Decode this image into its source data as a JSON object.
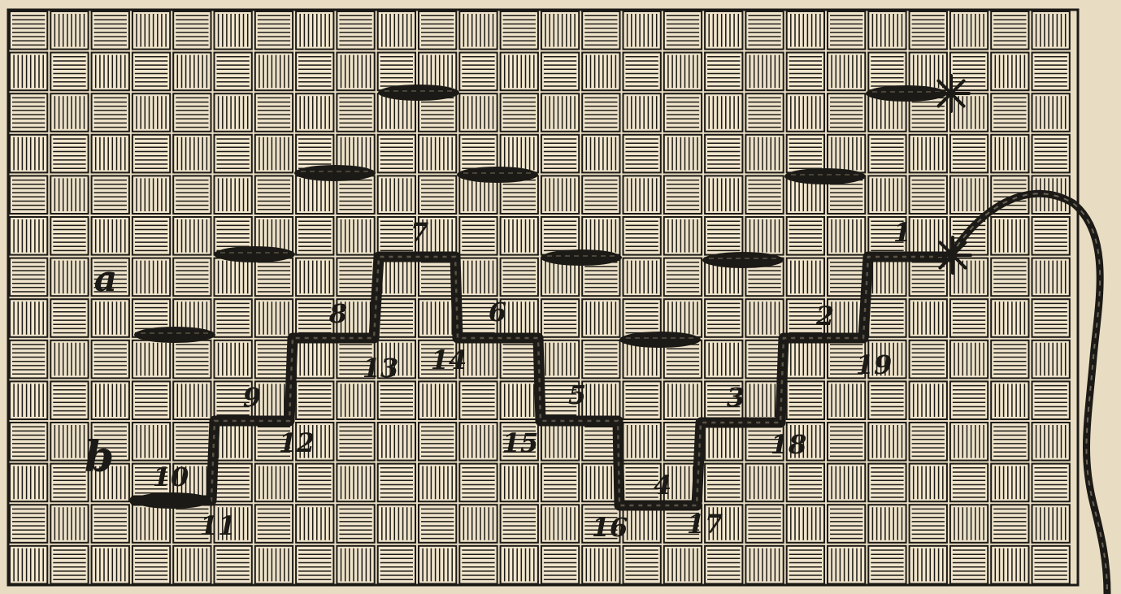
{
  "figure": {
    "markers": {
      "row_a": "a",
      "row_b": "b"
    },
    "stitch_numbers": [
      "1",
      "2",
      "3",
      "4",
      "5",
      "6",
      "7",
      "8",
      "9",
      "10",
      "11",
      "12",
      "13",
      "14",
      "15",
      "16",
      "17",
      "18",
      "19"
    ],
    "start_symbol": "*",
    "colors": {
      "paper": "#e8dcc2",
      "ink": "#1c1a16",
      "tile_fill": "#efe4cb"
    }
  }
}
